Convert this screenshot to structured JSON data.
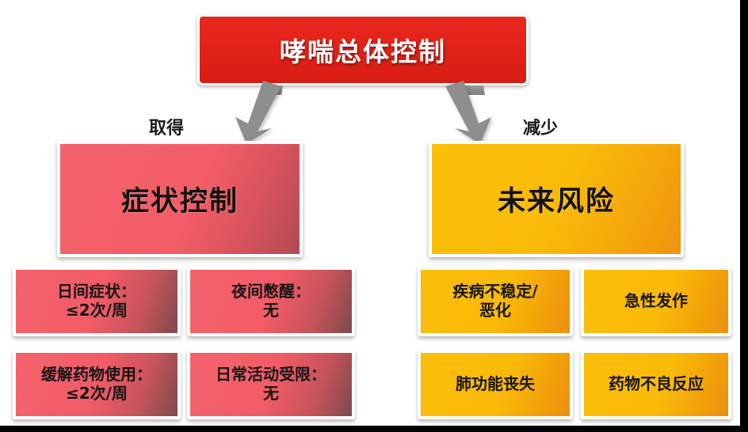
{
  "diagram": {
    "title": {
      "label": "哮喘总体控制"
    },
    "branches": [
      {
        "connector_label": "取得",
        "arrow_icon": "arrow-down-left-icon",
        "category": "症状控制",
        "accent_color": "#f25d67",
        "items": [
          "日间症状：\n≤2次/周",
          "夜间憋醒：\n无",
          "缓解药物使用：\n≤2次/周",
          "日常活动受限：\n无"
        ]
      },
      {
        "connector_label": "减少",
        "arrow_icon": "arrow-down-right-icon",
        "category": "未来风险",
        "accent_color": "#f9ba08",
        "items": [
          "疾病不稳定/\n恶化",
          "急性发作",
          "肺功能丧失",
          "药物不良反应"
        ]
      }
    ],
    "colors": {
      "title_red": "#e32219",
      "symptom_red": "#f25d67",
      "risk_yellow": "#f9ba08",
      "arrow_grey": "#8c8c8c",
      "background": "#ffffff",
      "frame": "#000000"
    }
  }
}
